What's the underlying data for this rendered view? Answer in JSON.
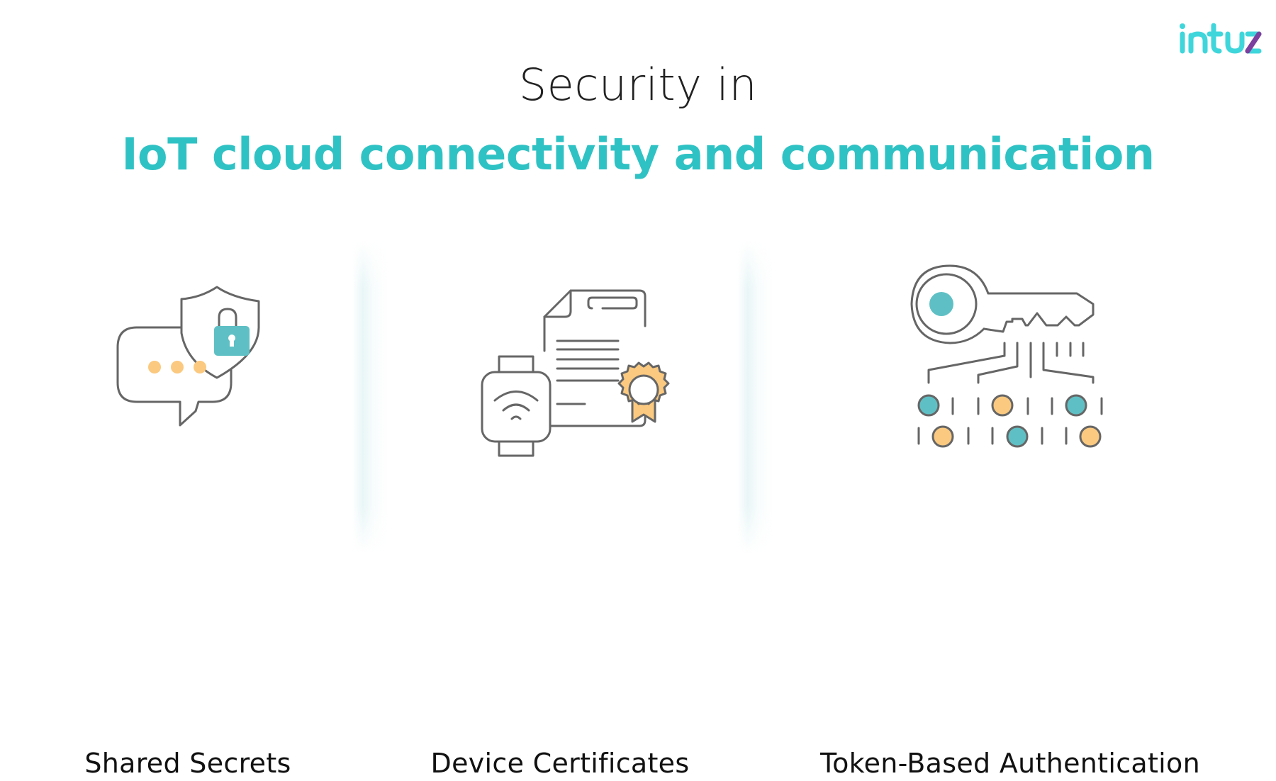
{
  "brand": {
    "logo_text": "intuz",
    "logo_color": "#3fd6db",
    "logo_accent_color": "#7b3f9e"
  },
  "header": {
    "title": "Security in",
    "subtitle": "IoT cloud connectivity and communication",
    "title_color": "#222222",
    "subtitle_color": "#2fc2c4"
  },
  "colors": {
    "stroke": "#666666",
    "teal": "#5ec0c4",
    "orange": "#fbc97f",
    "divider": "#e4f3f4"
  },
  "cards": [
    {
      "label": "Shared Secrets",
      "icon": "chat-shield-lock-icon"
    },
    {
      "label": "Device Certificates",
      "icon": "smartwatch-certificate-icon"
    },
    {
      "label": "Token-Based Authentication",
      "icon": "key-circuit-tokens-icon"
    }
  ]
}
